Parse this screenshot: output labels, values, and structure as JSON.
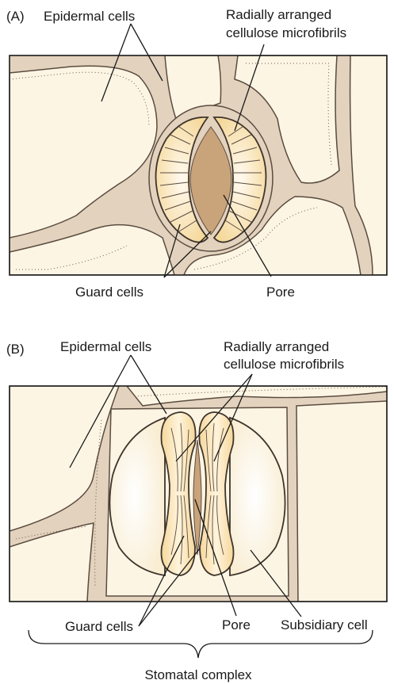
{
  "panel_a": {
    "tag": "(A)",
    "label_epidermal": "Epidermal cells",
    "label_microfibrils_line1": "Radially arranged",
    "label_microfibrils_line2": "cellulose microfibrils",
    "label_guard": "Guard cells",
    "label_pore": "Pore"
  },
  "panel_b": {
    "tag": "(B)",
    "label_epidermal": "Epidermal cells",
    "label_microfibrils_line1": "Radially arranged",
    "label_microfibrils_line2": "cellulose microfibrils",
    "label_guard": "Guard cells",
    "label_pore": "Pore",
    "label_subsidiary": "Subsidiary cell",
    "label_complex": "Stomatal complex"
  },
  "colors": {
    "cell_fill": "#fdf5e4",
    "wall": "#e3d2bd",
    "guard_fill": "#f7dfa6",
    "pore_fill": "#c9a37a"
  }
}
